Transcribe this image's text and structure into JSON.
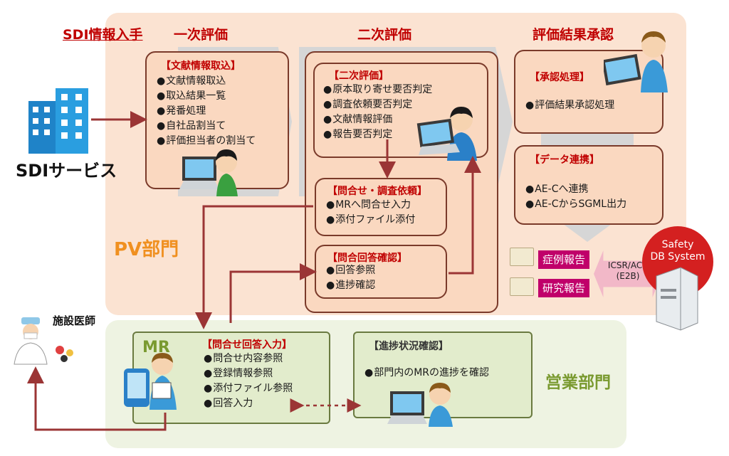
{
  "header": {
    "sdi_acquisition": "SDI情報入手",
    "first_eval": "一次評価",
    "second_eval": "二次評価",
    "approval": "評価結果承認"
  },
  "sdi_service": {
    "label": "SDIサービス"
  },
  "panels": {
    "literature": {
      "title": "【文献情報取込】",
      "items": [
        "文献情報取込",
        "取込結果一覧",
        "発番処理",
        "自社品割当て",
        "評価担当者の割当て"
      ]
    },
    "second_eval": {
      "title": "【二次評価】",
      "items": [
        "原本取り寄せ要否判定",
        "調査依頼要否判定",
        "文献情報評価",
        "報告要否判定"
      ]
    },
    "inquiry": {
      "title": "【問合せ・調査依頼】",
      "items": [
        "MRへ問合せ入力",
        "添付ファイル添付"
      ]
    },
    "answer_confirm": {
      "title": "【問合回答確認】",
      "items": [
        "回答参照",
        "進捗確認"
      ]
    },
    "approval": {
      "title": "【承認処理】",
      "items": [
        "評価結果承認処理"
      ]
    },
    "data_link": {
      "title": "【データ連携】",
      "items": [
        "AE-Cへ連携",
        "AE-CからSGML出力"
      ]
    },
    "mr_answer": {
      "title": "【問合せ回答入力】",
      "items": [
        "問合せ内容参照",
        "登録情報参照",
        "添付ファイル参照",
        "回答入力"
      ]
    },
    "progress": {
      "title": "【進捗状況確認】",
      "items": [
        "部門内のMRの進捗を確認"
      ]
    }
  },
  "departments": {
    "pv": "PV部門",
    "sales": "営業部門",
    "mr": "MR"
  },
  "doctor": {
    "label": "施設医師"
  },
  "reports": {
    "case": "症例報告",
    "study": "研究報告"
  },
  "transfer": {
    "line1": "ICSR/ACK",
    "line2": "(E2B)"
  },
  "safety_db": {
    "line1": "Safety",
    "line2": "DB System"
  },
  "colors": {
    "pv_zone": "#fbe3d2",
    "sales_zone": "#eef3e2",
    "panel": "#fad8c0",
    "panel_green": "#e2eccc",
    "flow_arrow": "#9b3535",
    "accent_red": "#c00000",
    "pv_text": "#f09020",
    "sales_text": "#7a9a30",
    "report": "#c0006a",
    "safety": "#d42020"
  },
  "icons": [
    "building-icon",
    "laptop-person-icon",
    "mr-pda-icon",
    "doctor-icon",
    "folder-icon",
    "server-icon"
  ]
}
